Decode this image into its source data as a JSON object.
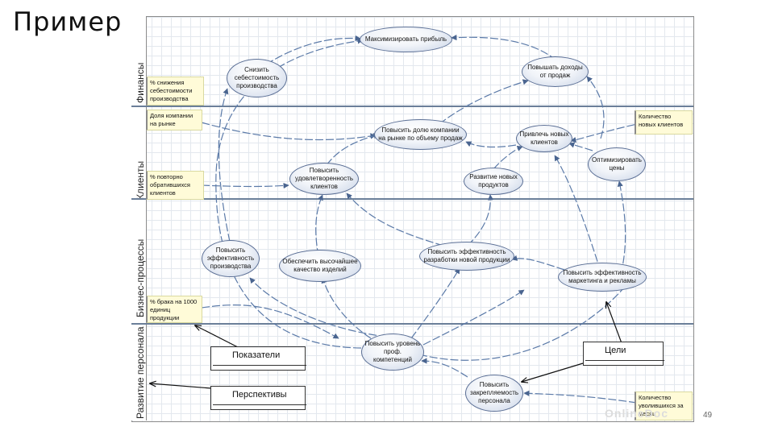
{
  "slide": {
    "title": "Пример",
    "page_number": "49",
    "watermark": "OnlineDoc"
  },
  "lanes": [
    {
      "id": "finance",
      "label": "Финансы"
    },
    {
      "id": "clients",
      "label": "Клиенты"
    },
    {
      "id": "process",
      "label": "Бизнес-процессы"
    },
    {
      "id": "people",
      "label": "Развитие персонала"
    }
  ],
  "goals": {
    "max_profit": "Максимизировать прибыль",
    "reduce_cost": "Снизить себестоимость производства",
    "increase_income": "Повышать доходы от продаж",
    "market_share": "Повысить долю компании на рынке по объему продаж",
    "attract_clients": "Привлечь новых клиентов",
    "optimize_prices": "Оптимизировать цены",
    "loyalty": "Повысить удовлетворенность клиентов",
    "new_products": "Развитие новых продуктов",
    "prod_eff": "Повысить эффективность производства",
    "quality": "Обеспечить высочайшее качество изделий",
    "dev_eff": "Повысить эффективность разработки новой продукции",
    "marketing_eff": "Повысить эффективность маркетинга и рекламы",
    "competence": "Повысить уровень проф. компетенций",
    "retention": "Повысить закрепляемость персонала"
  },
  "indicators": {
    "cost_reduction": "% снижения себестоимости производства",
    "market_share_kpi": "Доля компании на рынке",
    "new_clients_count": "Количество новых клиентов",
    "repeat_clients": "% повторно обратившихся клиентов",
    "defects": "% брака на 1000 единиц продукции",
    "resigned": "Количество уволившихся за месяц"
  },
  "legend": {
    "indicators": "Показатели",
    "perspectives": "Перспективы",
    "goals": "Цели"
  }
}
